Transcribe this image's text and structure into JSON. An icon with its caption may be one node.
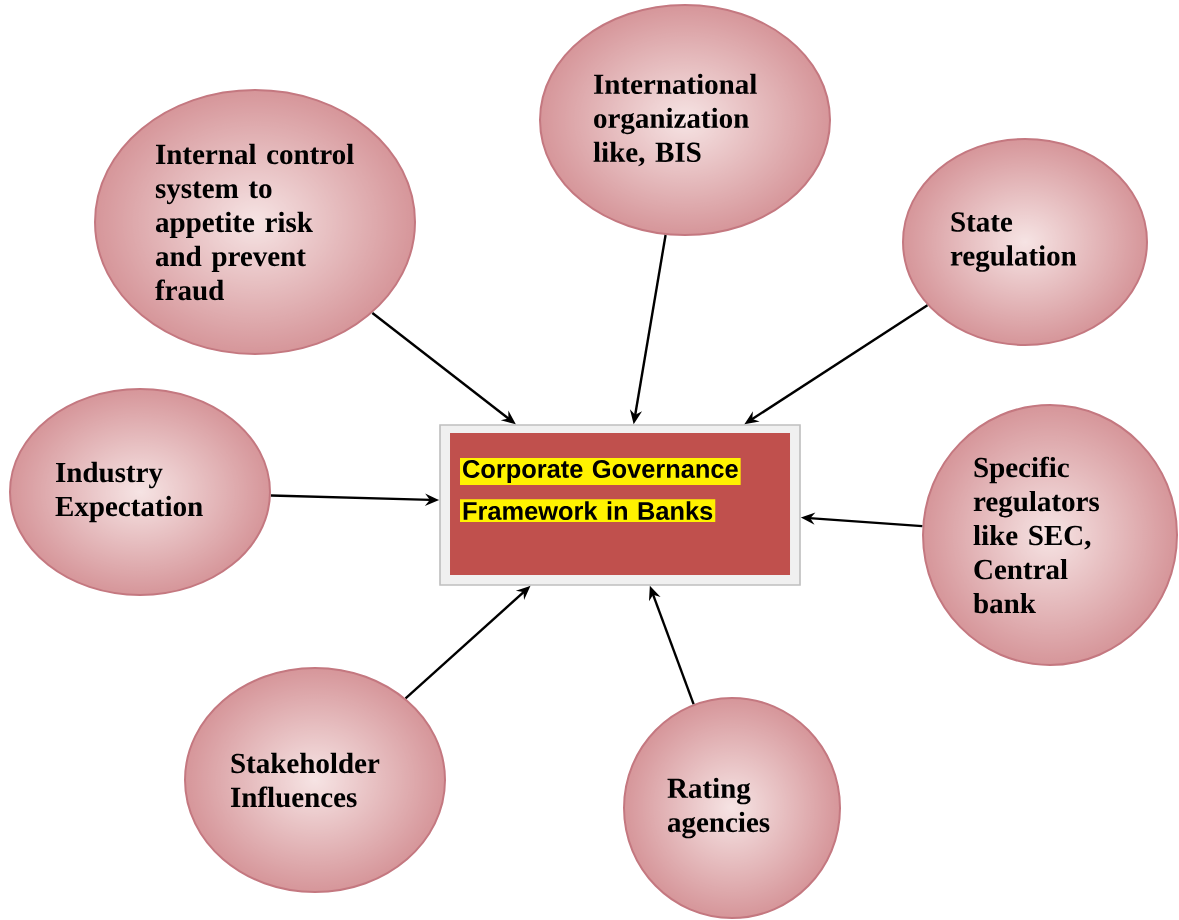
{
  "diagram": {
    "nodes": [
      {
        "text": [
          "International organization like,  BIS"
        ]
      },
      {
        "text": [
          "Internal control system to appetite risk and prevent fraud"
        ]
      },
      {
        "text": [
          "State regulation"
        ]
      },
      {
        "text": [
          "Industry Expectation"
        ]
      },
      {
        "text": [
          "Corporate Governance",
          "Framework in Banks"
        ]
      },
      {
        "text": [
          "Specific regulators like SEC, Central bank"
        ]
      },
      {
        "text": [
          "Stakeholder Influences"
        ]
      },
      {
        "text": [
          "Rating agencies"
        ]
      }
    ],
    "edges": [
      {
        "from": 0,
        "to": 4,
        "arrow": "to"
      },
      {
        "from": 1,
        "to": 4,
        "arrow": "to"
      },
      {
        "from": 2,
        "to": 4,
        "arrow": "to"
      },
      {
        "from": 3,
        "to": 4,
        "arrow": "to"
      },
      {
        "from": 5,
        "to": 4,
        "arrow": "to"
      },
      {
        "from": 6,
        "to": 4,
        "arrow": "to"
      },
      {
        "from": 7,
        "to": 4,
        "arrow": "to"
      }
    ]
  }
}
